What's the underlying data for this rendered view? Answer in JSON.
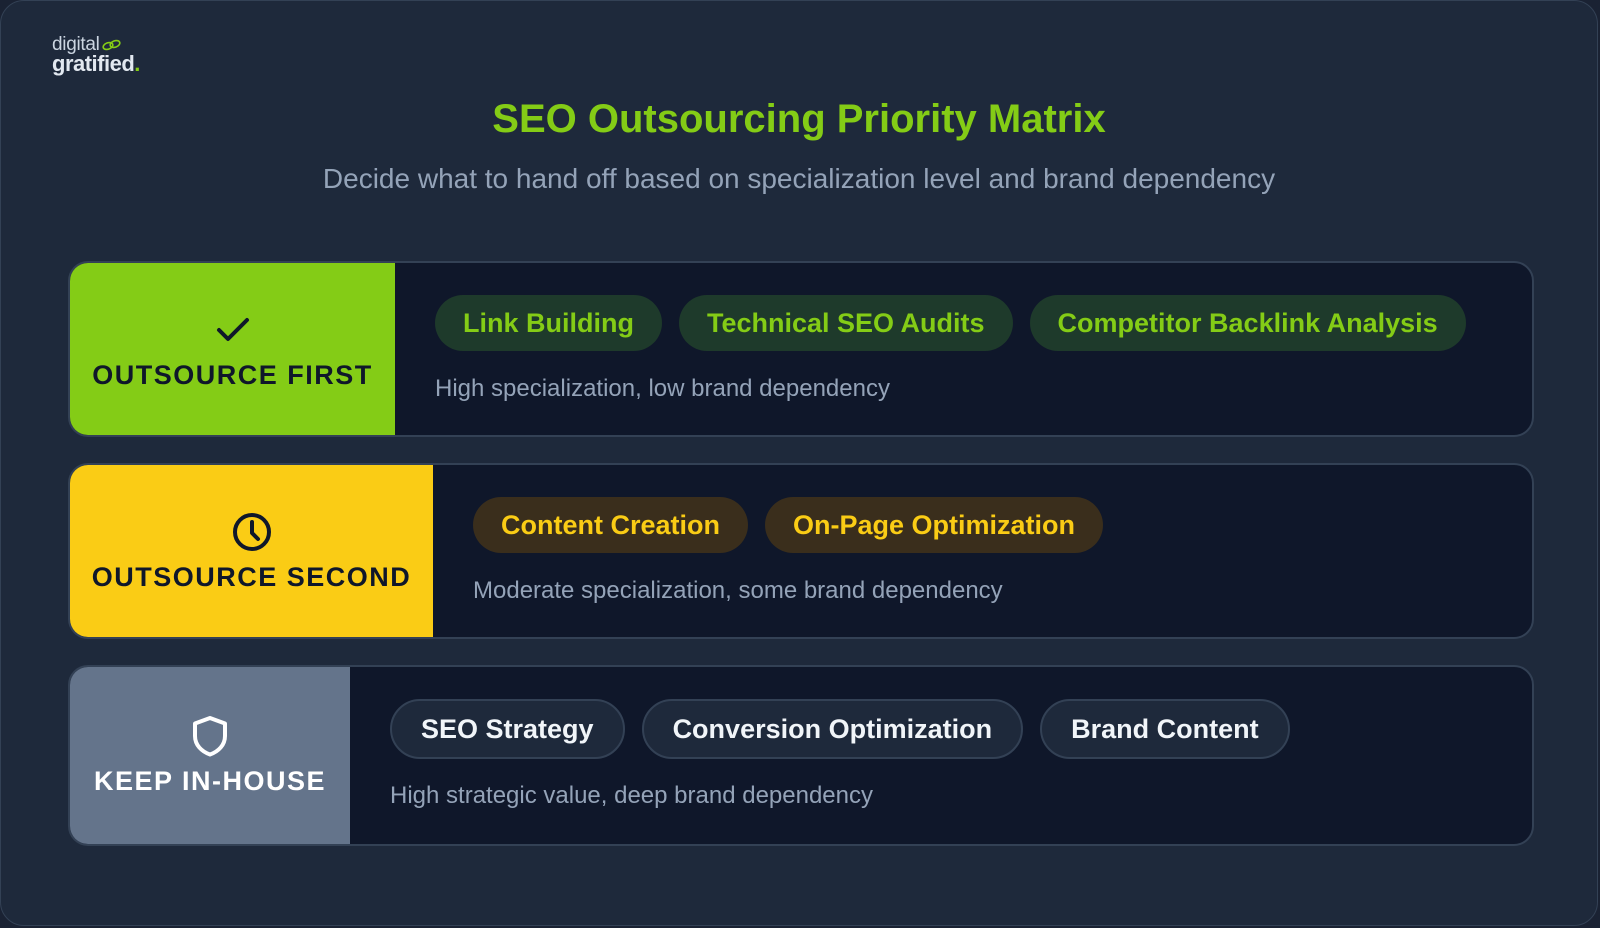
{
  "logo": {
    "top": "digital",
    "bottom": "gratified",
    "dot": "."
  },
  "header": {
    "title": "SEO Outsourcing Priority Matrix",
    "subtitle": "Decide what to hand off based on specialization level and brand dependency"
  },
  "rows": [
    {
      "label": "OUTSOURCE FIRST",
      "icon": "check-icon",
      "color": "#84cc16",
      "chips": [
        "Link Building",
        "Technical SEO Audits",
        "Competitor Backlink Analysis"
      ],
      "description": "High specialization, low brand dependency"
    },
    {
      "label": "OUTSOURCE SECOND",
      "icon": "clock-icon",
      "color": "#facc15",
      "chips": [
        "Content Creation",
        "On-Page Optimization"
      ],
      "description": "Moderate specialization, some brand dependency"
    },
    {
      "label": "KEEP IN-HOUSE",
      "icon": "shield-icon",
      "color": "#64748b",
      "chips": [
        "SEO Strategy",
        "Conversion Optimization",
        "Brand Content"
      ],
      "description": "High strategic value, deep brand dependency"
    }
  ]
}
